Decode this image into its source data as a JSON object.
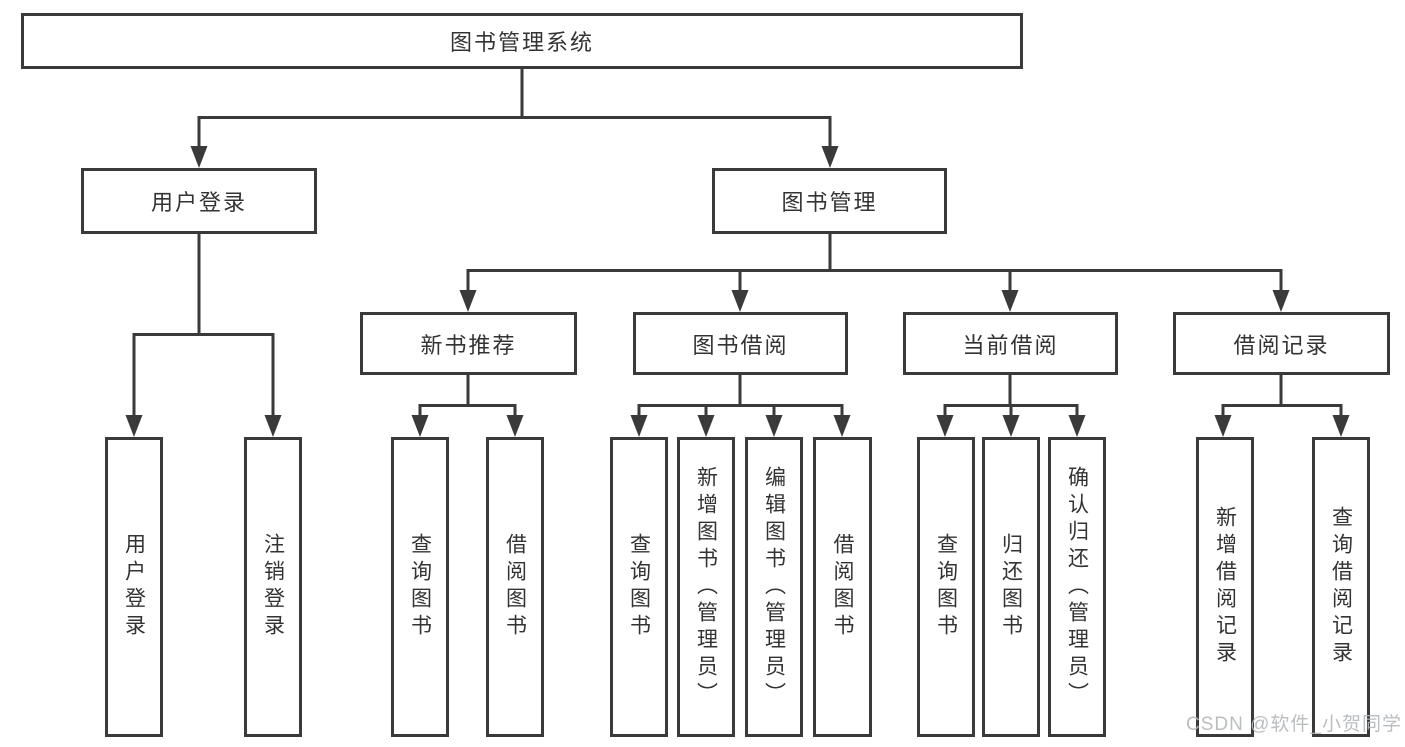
{
  "diagram": {
    "title": "图书管理系统",
    "nodes": {
      "root": {
        "label": "图书管理系统"
      },
      "user_login": {
        "label": "用户登录"
      },
      "book_management": {
        "label": "图书管理"
      },
      "new_book_recommend": {
        "label": "新书推荐"
      },
      "book_borrowing": {
        "label": "图书借阅"
      },
      "current_borrowing": {
        "label": "当前借阅"
      },
      "borrowing_records": {
        "label": "借阅记录"
      },
      "leaf_user_login": {
        "label": "用户登录"
      },
      "leaf_logout": {
        "label": "注销登录"
      },
      "leaf_recommend_query_books": {
        "label": "查询图书"
      },
      "leaf_recommend_borrow_books": {
        "label": "借阅图书"
      },
      "leaf_borrowing_query_books": {
        "label": "查询图书"
      },
      "leaf_borrowing_add_books_admin": {
        "label": "新增图书（管理员）"
      },
      "leaf_borrowing_edit_books_admin": {
        "label": "编辑图书（管理员）"
      },
      "leaf_borrowing_borrow_books": {
        "label": "借阅图书"
      },
      "leaf_current_query_books": {
        "label": "查询图书"
      },
      "leaf_current_return_books": {
        "label": "归还图书"
      },
      "leaf_current_confirm_return_admin": {
        "label": "确认归还（管理员）"
      },
      "leaf_records_add_record": {
        "label": "新增借阅记录"
      },
      "leaf_records_query_record": {
        "label": "查询借阅记录"
      }
    },
    "structure": {
      "图书管理系统": {
        "用户登录": [
          "用户登录",
          "注销登录"
        ],
        "图书管理": {
          "新书推荐": [
            "查询图书",
            "借阅图书"
          ],
          "图书借阅": [
            "查询图书",
            "新增图书（管理员）",
            "编辑图书（管理员）",
            "借阅图书"
          ],
          "当前借阅": [
            "查询图书",
            "归还图书",
            "确认归还（管理员）"
          ],
          "借阅记录": [
            "新增借阅记录",
            "查询借阅记录"
          ]
        }
      }
    },
    "colors": {
      "line": "#3a3a3a",
      "box_border": "#3a3a3a",
      "text": "#333333",
      "watermark": "#b3b8bb",
      "background": "#ffffff"
    },
    "watermark": "CSDN @软件_小贺同学"
  }
}
